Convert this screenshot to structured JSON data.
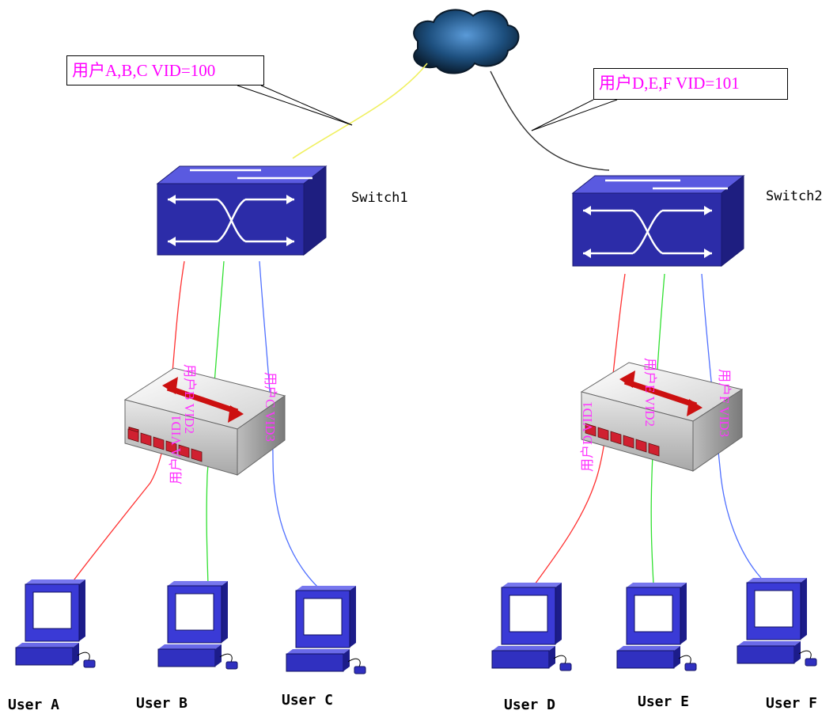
{
  "callouts": {
    "left": "用户A,B,C VID=100",
    "right": "用户D,E,F VID=101"
  },
  "switches": {
    "s1": "Switch1",
    "s2": "Switch2"
  },
  "users": [
    "User A",
    "User B",
    "User C",
    "User D",
    "User E",
    "User F"
  ],
  "vlan_labels": {
    "left": [
      "用户A VID1",
      "用户B VID2",
      "用户C VID3"
    ],
    "right": [
      "用户D VID1",
      "用户E VID2",
      "用户F VID3"
    ]
  },
  "colors": {
    "switch_blue": "#2c2ca8",
    "monitor_blue": "#3a3ad6",
    "uplink_left": "#f0f060",
    "uplink_right": "#333333",
    "red_link": "#ff3030",
    "green_link": "#30e030",
    "blue_link": "#5070ff",
    "label_magenta": "#ff00ff"
  }
}
